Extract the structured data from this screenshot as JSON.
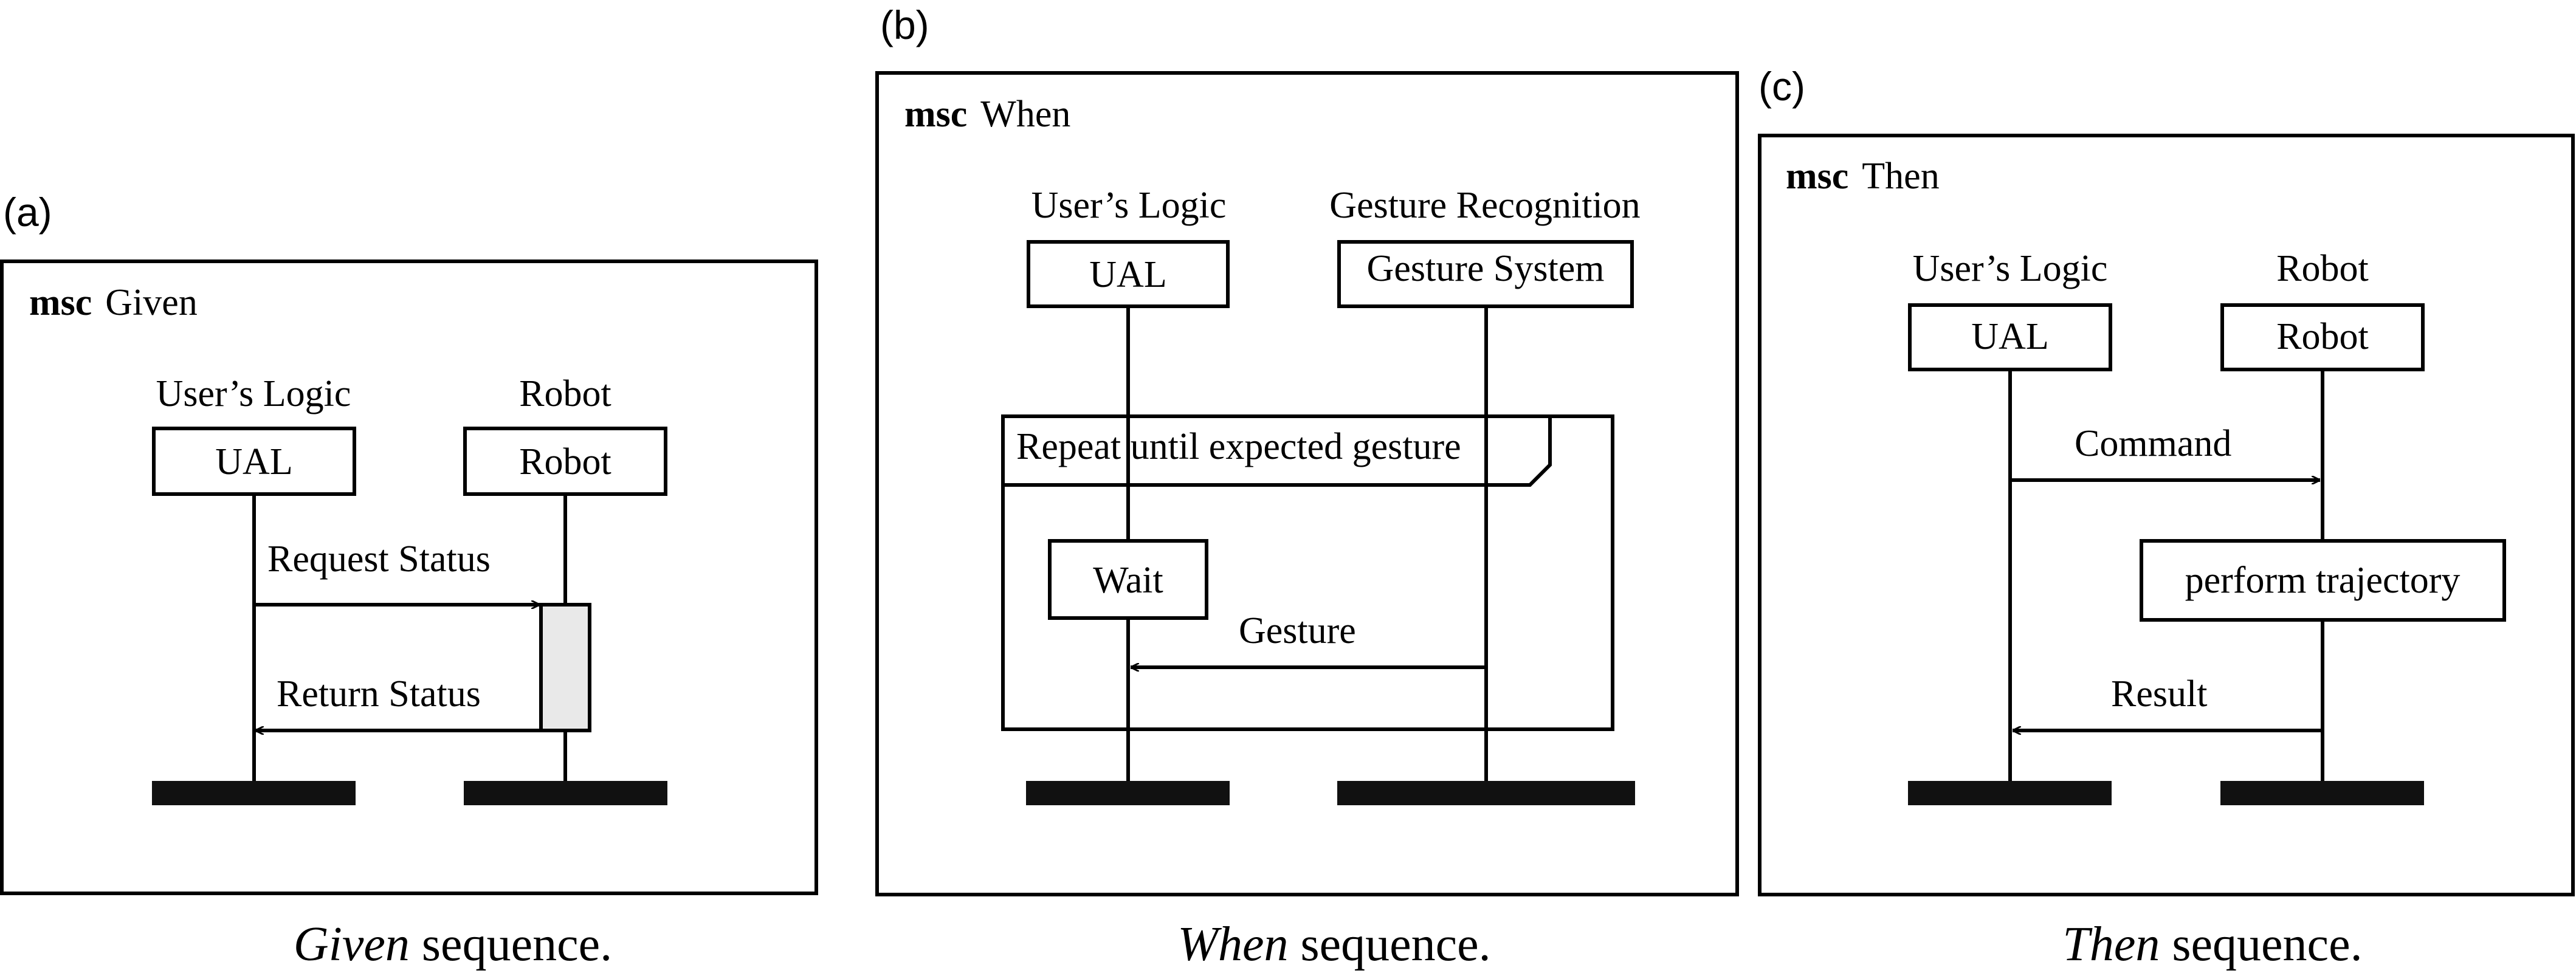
{
  "panels": {
    "a": {
      "tag": "(a)",
      "msc_keyword": "msc",
      "msc_name": "Given",
      "caption_italic": "Given",
      "caption_rest": " sequence.",
      "instances": [
        {
          "role": "User’s Logic",
          "name": "UAL"
        },
        {
          "role": "Robot",
          "name": "Robot"
        }
      ],
      "messages": [
        {
          "label": "Request Status"
        },
        {
          "label": "Return Status"
        }
      ]
    },
    "b": {
      "tag": "(b)",
      "msc_keyword": "msc",
      "msc_name": "When",
      "caption_italic": "When",
      "caption_rest": " sequence.",
      "instances": [
        {
          "role": "User’s Logic",
          "name": "UAL"
        },
        {
          "role": "Gesture Recognition",
          "name": "Gesture System"
        }
      ],
      "loop_label": "Repeat until expected gesture",
      "action": "Wait",
      "messages": [
        {
          "label": "Gesture"
        }
      ]
    },
    "c": {
      "tag": "(c)",
      "msc_keyword": "msc",
      "msc_name": "Then",
      "caption_italic": "Then",
      "caption_rest": " sequence.",
      "instances": [
        {
          "role": "User’s Logic",
          "name": "UAL"
        },
        {
          "role": "Robot",
          "name": "Robot"
        }
      ],
      "messages": [
        {
          "label": "Command"
        },
        {
          "label": "Result"
        }
      ],
      "action": "perform trajectory"
    }
  }
}
